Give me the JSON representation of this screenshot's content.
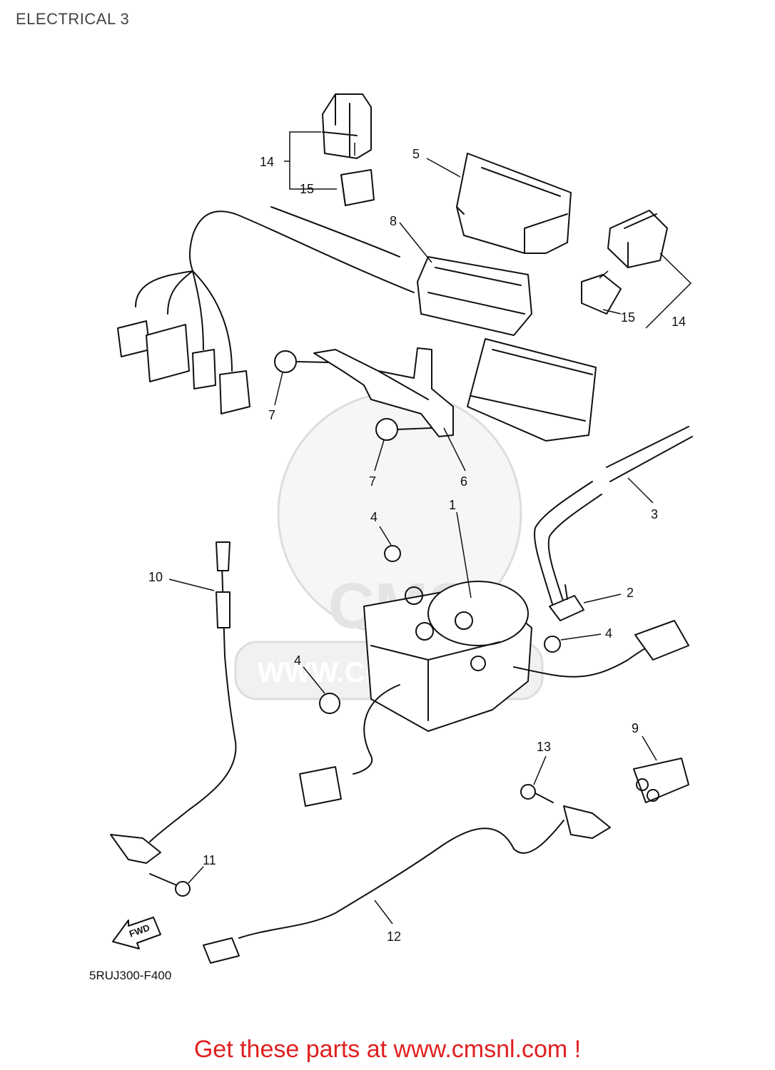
{
  "page": {
    "title": "ELECTRICAL 3",
    "diagram_code": "5RUJ300-F400",
    "fwd_label": "FWD",
    "footer_link_text": "Get these parts at www.cmsnl.com !",
    "watermark_text": "WWW.CMSNL.COM",
    "watermark_brand": "CMS"
  },
  "callouts": {
    "c1": "1",
    "c2": "2",
    "c3": "3",
    "c4a": "4",
    "c4b": "4",
    "c4c": "4",
    "c5": "5",
    "c6": "6",
    "c7a": "7",
    "c7b": "7",
    "c8": "8",
    "c9": "9",
    "c10": "10",
    "c11": "11",
    "c12": "12",
    "c13": "13",
    "c14a": "14",
    "c14b": "14",
    "c15a": "15",
    "c15b": "15"
  },
  "colors": {
    "footer": "#e02020",
    "line": "#111111",
    "watermark": "#e6e6e6"
  }
}
